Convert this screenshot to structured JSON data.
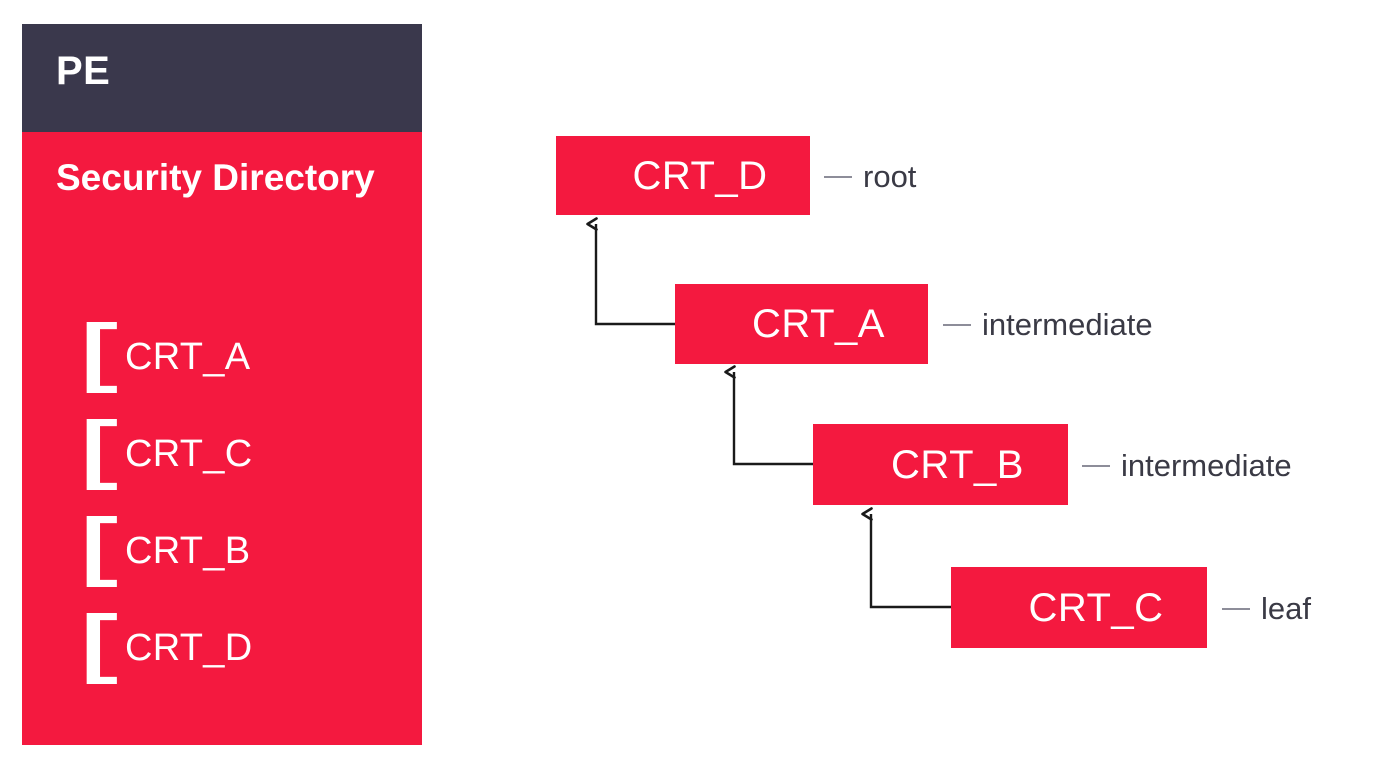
{
  "panel": {
    "header_title": "PE",
    "section_title": "Security Directory",
    "bracket_glyph": "[",
    "certificates": [
      {
        "label": "CRT_A"
      },
      {
        "label": "CRT_C"
      },
      {
        "label": "CRT_B"
      },
      {
        "label": "CRT_D"
      }
    ]
  },
  "chain": {
    "nodes": [
      {
        "label": "CRT_D",
        "role": "root"
      },
      {
        "label": "CRT_A",
        "role": "intermediate"
      },
      {
        "label": "CRT_B",
        "role": "intermediate"
      },
      {
        "label": "CRT_C",
        "role": "leaf"
      }
    ]
  },
  "colors": {
    "brand_red": "#f4193f",
    "header_dark": "#3a384c",
    "label_text": "#3a3a45",
    "dash_gray": "#8d8d99",
    "arrow_black": "#1a1a1a",
    "background": "#ffffff"
  }
}
